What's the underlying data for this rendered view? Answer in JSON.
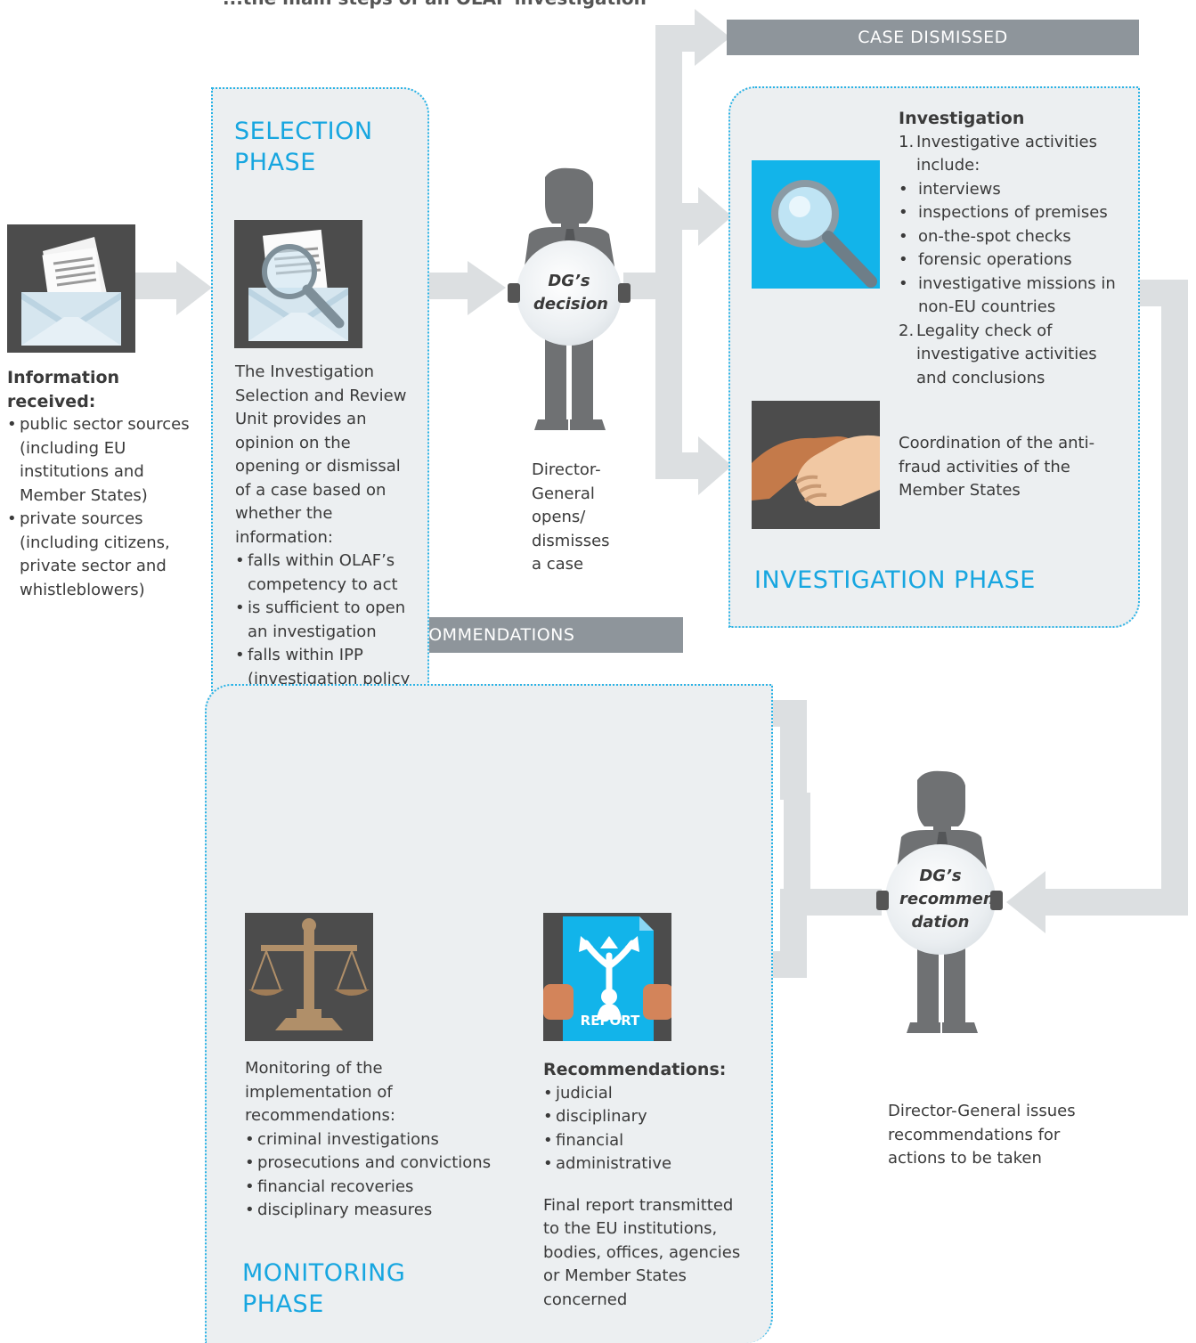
{
  "top_fragment": "...the main steps of an OLAF investigation",
  "banners": {
    "case_dismissed": "CASE DISMISSED",
    "no_recommendations": "NO RECOMMENDATIONS"
  },
  "info": {
    "title": "Information received:",
    "items": [
      "public sector sources (including EU institutions and Member States)",
      "private sources (including citizens, private sector and whistleblowers)"
    ]
  },
  "selection": {
    "phase_title": "SELECTION PHASE",
    "description": "The Investigation Selection and Review Unit provides an opinion on the opening or dismissal of a case based on whether the information:",
    "items": [
      "falls within OLAF’s competency to act",
      "is sufficient to open an investigation",
      "falls within IPP (investigation policy priorities)"
    ]
  },
  "dg_decision": {
    "badge": "DG’s decision",
    "caption": "Director-General opens/ dismisses a case"
  },
  "investigation": {
    "phase_title": "INVESTIGATION PHASE",
    "heading": "Investigation",
    "point1": "Investigative activities include:",
    "activities": [
      "interviews",
      "inspections of premises",
      "on-the-spot checks",
      "forensic operations",
      "investigative missions in non-EU countries"
    ],
    "point2": "Legality check of investigative activities and conclusions",
    "coordination": "Coordination of the anti-fraud activities of the Member States"
  },
  "dg_recommendation": {
    "badge": "DG’s recommen-dation",
    "caption": "Director-General issues recommendations for actions to be taken"
  },
  "recommendations": {
    "title": "Recommendations:",
    "items": [
      "judicial",
      "disciplinary",
      "financial",
      "administrative"
    ],
    "final_report": "Final report transmitted to the EU institutions, bodies, offices, agencies or Member States concerned",
    "report_label": "REPORT"
  },
  "monitoring": {
    "phase_title": "MONITORING PHASE",
    "description": "Monitoring of the implementation of recommendations:",
    "items": [
      "criminal investigations",
      "prosecutions and convictions",
      "financial recoveries",
      "disciplinary measures"
    ]
  },
  "colors": {
    "accent": "#17a6e0",
    "panel": "#eceff1",
    "arrow": "#dcdfe1",
    "banner": "#8e959b",
    "icon_bg": "#4c4c4c"
  }
}
